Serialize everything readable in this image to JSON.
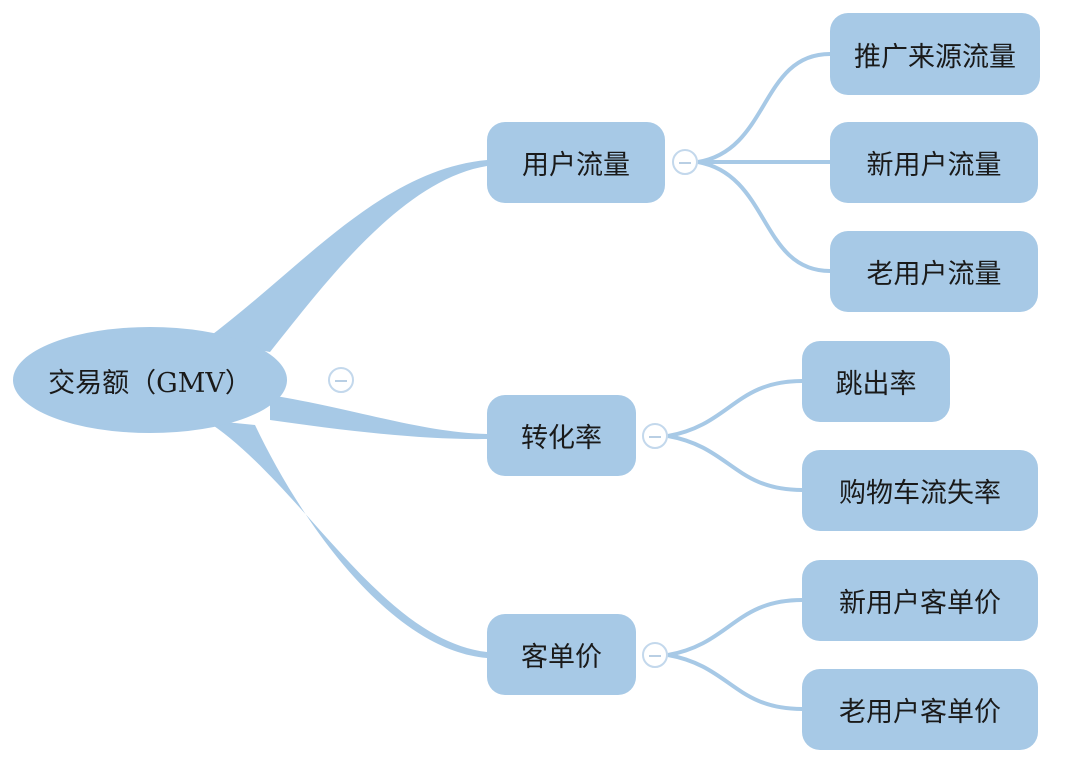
{
  "colors": {
    "node": "#a7c9e6",
    "line": "#a7c9e6",
    "toggle": "#c3d8ec"
  },
  "root": {
    "label": "交易额（GMV）"
  },
  "branches": [
    {
      "label": "用户流量",
      "children": [
        "推广来源流量",
        "新用户流量",
        "老用户流量"
      ]
    },
    {
      "label": "转化率",
      "children": [
        "跳出率",
        "购物车流失率"
      ]
    },
    {
      "label": "客单价",
      "children": [
        "新用户客单价",
        "老用户客单价"
      ]
    }
  ]
}
